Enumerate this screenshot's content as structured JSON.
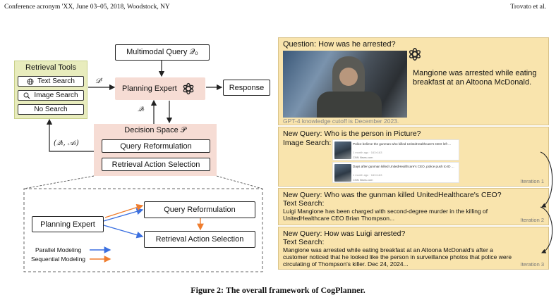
{
  "header": {
    "left": "Conference acronym 'XX, June 03–05, 2018, Woodstock, NY",
    "right": "Trovato et al."
  },
  "diagram": {
    "retrieval_tools": {
      "title": "Retrieval Tools",
      "items": [
        "Text Search",
        "Image Search",
        "No Search"
      ]
    },
    "multimodal_query": "Multimodal Query 𝒬₀",
    "planning_expert": "Planning Expert",
    "response": "Response",
    "d_label": "𝒟ᵗ",
    "q_label": "𝒬ₜ",
    "qa_label": "(𝒬ₜ, 𝒜ₜ)",
    "decision_space": {
      "title": "Decision Space 𝒫",
      "items": [
        "Query Reformulation",
        "Retrieval Action Selection"
      ]
    },
    "detail": {
      "planning_expert": "Planning Expert",
      "query_reformulation": "Query Reformulation",
      "retrieval_action": "Retrieval Action Selection",
      "legend": [
        {
          "label": "Parallel Modeling",
          "color": "#3a6fe0"
        },
        {
          "label": "Sequential Modeling",
          "color": "#ef7d2e"
        }
      ]
    }
  },
  "example": {
    "question": "Question: How was he arrested?",
    "answer": "Mangione was arrested while eating breakfast at an Altoona McDonald.",
    "cutoff": "GPT-4 knowledge cutoff is December 2023.",
    "iterations": [
      {
        "query": "New Query: Who is the person in Picture?",
        "search": "Image Search:",
        "results": [
          {
            "title": "Police believe the gunman who killed UnitedHealthcare's CEO left ...",
            "meta": "1 month ago · 163×163",
            "bottom": "CNN News.com"
          },
          {
            "title": "Days after gunman killed UnitedHealthcare's CEO, police push to ID ...",
            "meta": "1 month ago · 163×163",
            "bottom": "CNN News.com"
          }
        ],
        "label": "Iteration 1"
      },
      {
        "query": "New Query: Who was the gunman killed UnitedHealthcare's CEO?",
        "search": "Text Search:",
        "text": "Luigi Mangione has been charged with second-degree murder in the killing of UnitedHealthcare CEO Brian Thompson...",
        "label": "Iteration 2"
      },
      {
        "query": "New Query: How was Luigi arrested?",
        "search": "Text Search:",
        "text": "Mangione was arrested while eating breakfast at an Altoona McDonald's after a customer noticed that he looked like the person in surveillance photos that police were circulating of Thompson's killer. Dec 24, 2024...",
        "label": "Iteration 3"
      }
    ]
  },
  "caption": "Figure 2: The overall framework of CogPlanner.",
  "colors": {
    "pink": "#f6dcd4",
    "green": "#e8ecbd",
    "panel": "#f9e4ad",
    "blue": "#3a6fe0",
    "orange": "#ef7d2e"
  }
}
